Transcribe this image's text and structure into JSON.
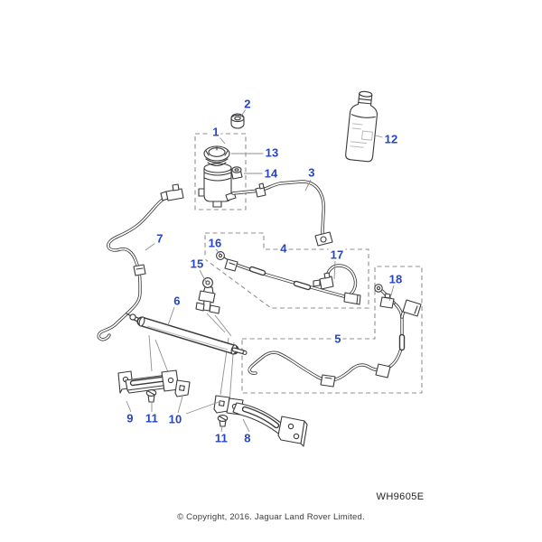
{
  "diagram": {
    "code": "WH9605E",
    "copyright": "© Copyright, 2016. Jaguar Land Rover Limited.",
    "accent_color": "#2545c5",
    "line_color": "#3a3a3a",
    "leader_color": "#8f8f8f",
    "background_color": "#ffffff"
  },
  "callouts": {
    "c1": "1",
    "c2": "2",
    "c3": "3",
    "c4": "4",
    "c5": "5",
    "c6": "6",
    "c7": "7",
    "c8": "8",
    "c9": "9",
    "c10": "10",
    "c11": "11",
    "c12": "12",
    "c13": "13",
    "c14": "14",
    "c15": "15",
    "c16": "16",
    "c17": "17",
    "c18": "18"
  }
}
